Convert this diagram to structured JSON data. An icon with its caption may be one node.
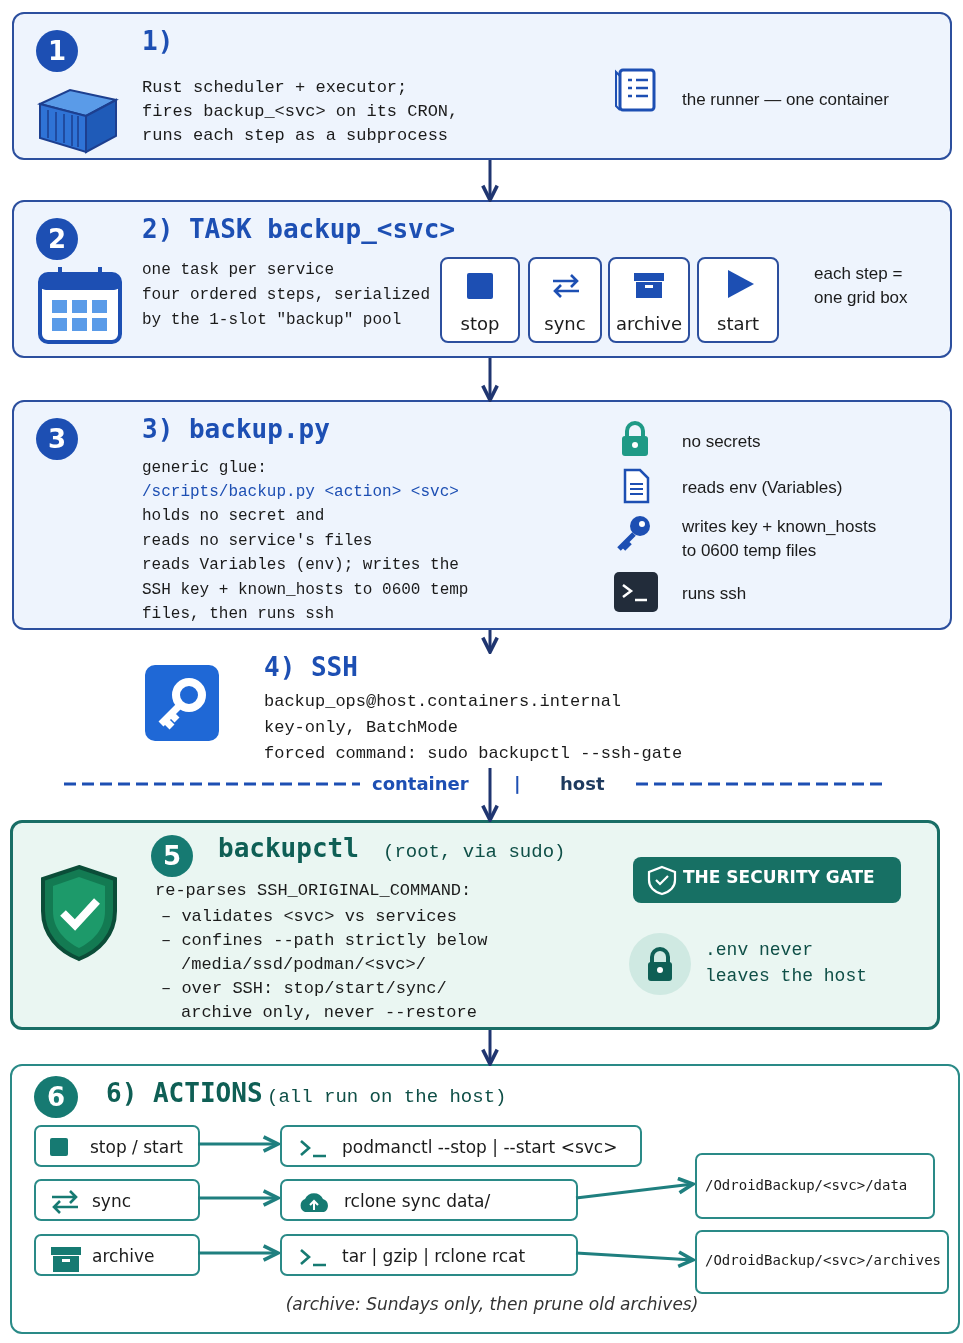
{
  "diagram": {
    "nodes": [
      {
        "text": [
          "1",
          "1)",
          "Rust scheduler + executor; fires backup_<svc> on its CRON, runs each step as a subprocess",
          "the runner — one container"
        ]
      },
      {
        "text": [
          "2",
          "2) TASK backup_<svc>",
          "one task per service",
          "four ordered steps, serialized by the 1-slot \"backup\" pool",
          "each step = one grid box"
        ]
      },
      {
        "text": [
          "stop"
        ],
        "in": 1
      },
      {
        "text": [
          "sync"
        ],
        "in": 1
      },
      {
        "text": [
          "archive"
        ],
        "in": 1
      },
      {
        "text": [
          "start"
        ],
        "in": 1
      },
      {
        "text": [
          "3",
          "3) backup.py",
          "generic glue:",
          "/scripts/backup.py <action> <svc>",
          "holds no secret and reads no service's files",
          "reads Variables (env); writes the SSH key + known_hosts to 0600 temp files, then runs ssh",
          "no secrets",
          "reads env (Variables)",
          "writes key + known_hosts to 0600 temp files",
          "runs ssh"
        ]
      },
      {
        "text": [
          "4) SSH",
          "backup_ops@host.containers.internal",
          "key-only, BatchMode",
          "forced command: sudo backupctl --ssh-gate"
        ]
      },
      {
        "text": [
          "5",
          "backupctl",
          "(root, via sudo)",
          "re-parses SSH_ORIGINAL_COMMAND:",
          "– validates <svc> vs services",
          "– confines --path strictly below /media/ssd/podman/<svc>/",
          "– over SSH: stop/start/sync/ archive only, never --restore",
          ".env never leaves the host"
        ]
      },
      {
        "text": [
          "THE SECURITY GATE"
        ],
        "in": 8
      },
      {
        "text": [
          "6",
          "6) ACTIONS",
          "(all run on the host)",
          "(archive: Sundays only, then prune old archives)"
        ]
      },
      {
        "text": [
          "stop / start"
        ],
        "in": 10
      },
      {
        "text": [
          "podmanctl --stop | --start <svc>"
        ],
        "in": 10
      },
      {
        "text": [
          "sync"
        ],
        "in": 10
      },
      {
        "text": [
          "rclone sync data/"
        ],
        "in": 10
      },
      {
        "text": [
          "/OdroidBackup/<svc>/data"
        ],
        "in": 10
      },
      {
        "text": [
          "archive"
        ],
        "in": 10
      },
      {
        "text": [
          "tar | gzip | rclone rcat"
        ],
        "in": 10
      },
      {
        "text": [
          "/OdroidBackup/<svc>/archives"
        ],
        "in": 10
      }
    ],
    "edges": [
      {
        "from": 0,
        "to": 1,
        "arrow": "to"
      },
      {
        "from": 1,
        "to": 6,
        "arrow": "to"
      },
      {
        "from": 6,
        "to": 7,
        "arrow": "to"
      },
      {
        "from": 7,
        "to": 8,
        "arrow": "to"
      },
      {
        "from": 8,
        "to": 10,
        "arrow": "to"
      },
      {
        "from": 11,
        "to": 12,
        "arrow": "to",
        "color": "#1f7f7f"
      },
      {
        "from": 13,
        "to": 14,
        "arrow": "to",
        "color": "#1f7f7f"
      },
      {
        "from": 14,
        "to": 15,
        "arrow": "to",
        "color": "#1f7f7f"
      },
      {
        "from": 16,
        "to": 17,
        "arrow": "to",
        "color": "#1f7f7f"
      },
      {
        "from": 17,
        "to": 18,
        "arrow": "to",
        "color": "#1f7f7f"
      }
    ],
    "labels": [
      "container",
      "|",
      "host"
    ]
  }
}
